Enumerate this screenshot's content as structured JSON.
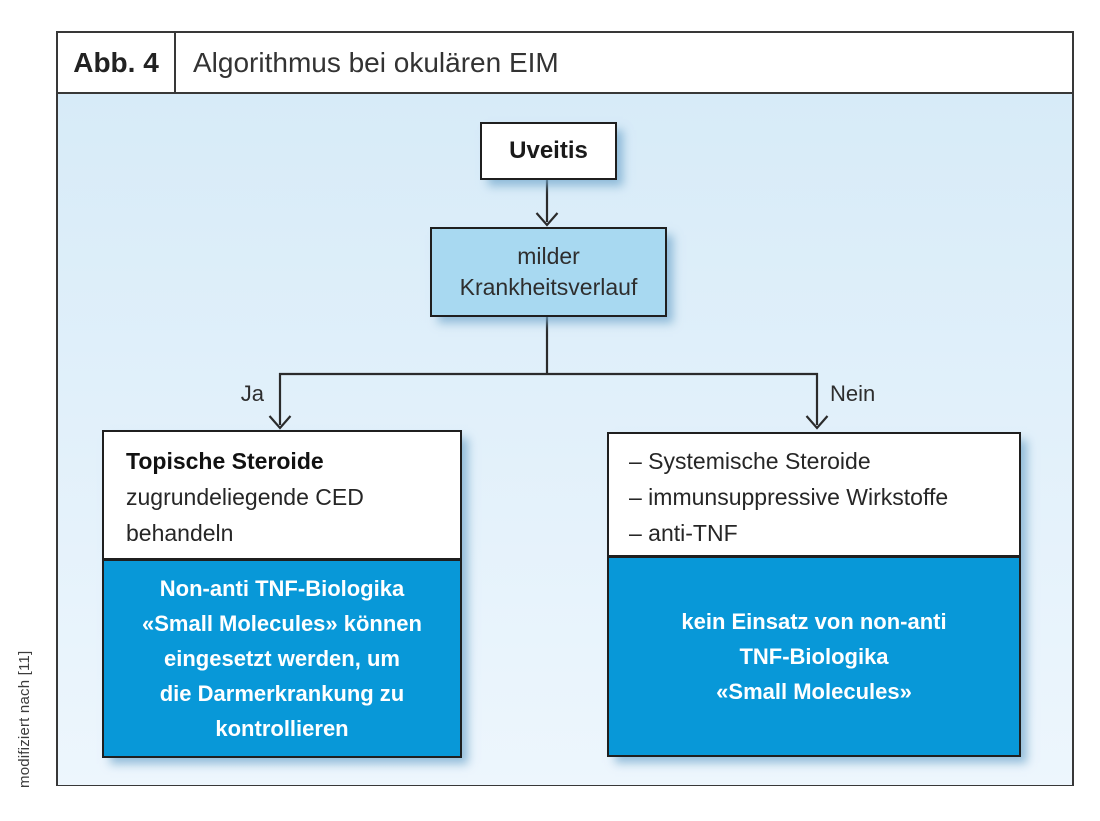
{
  "figure": {
    "label": "Abb. 4",
    "title": "Algorithmus bei okulären EIM",
    "credit": "modifiziert nach [11]"
  },
  "flowchart": {
    "start_node": {
      "label": "Uveitis"
    },
    "condition_node": {
      "lines": [
        "milder",
        "Krankheitsverlauf"
      ]
    },
    "branches": {
      "yes": "Ja",
      "no": "Nein"
    },
    "left_box": {
      "heading": "Topische Steroide",
      "lines": [
        "zugrundeliegende CED",
        "behandeln"
      ],
      "highlight_lines": [
        "Non-anti TNF-Biologika",
        "«Small Molecules» können",
        "eingesetzt werden, um",
        "die Darmerkrankung zu",
        "kontrollieren"
      ]
    },
    "right_box": {
      "items": [
        "– Systemische Steroide",
        "– immunsuppressive Wirkstoffe",
        "– anti-TNF"
      ],
      "highlight_lines": [
        "kein Einsatz von non-anti",
        "TNF-Biologika",
        "«Small Molecules»"
      ]
    }
  },
  "colors": {
    "highlight_blue": "#0898d8",
    "condition_fill": "#a8d9f1",
    "canvas_tint_top": "#d7ebf8",
    "canvas_tint_bottom": "#edf6fd",
    "border_dark": "#383838",
    "highlight_text": "#ffffff",
    "connector": "#2b2b2b"
  }
}
